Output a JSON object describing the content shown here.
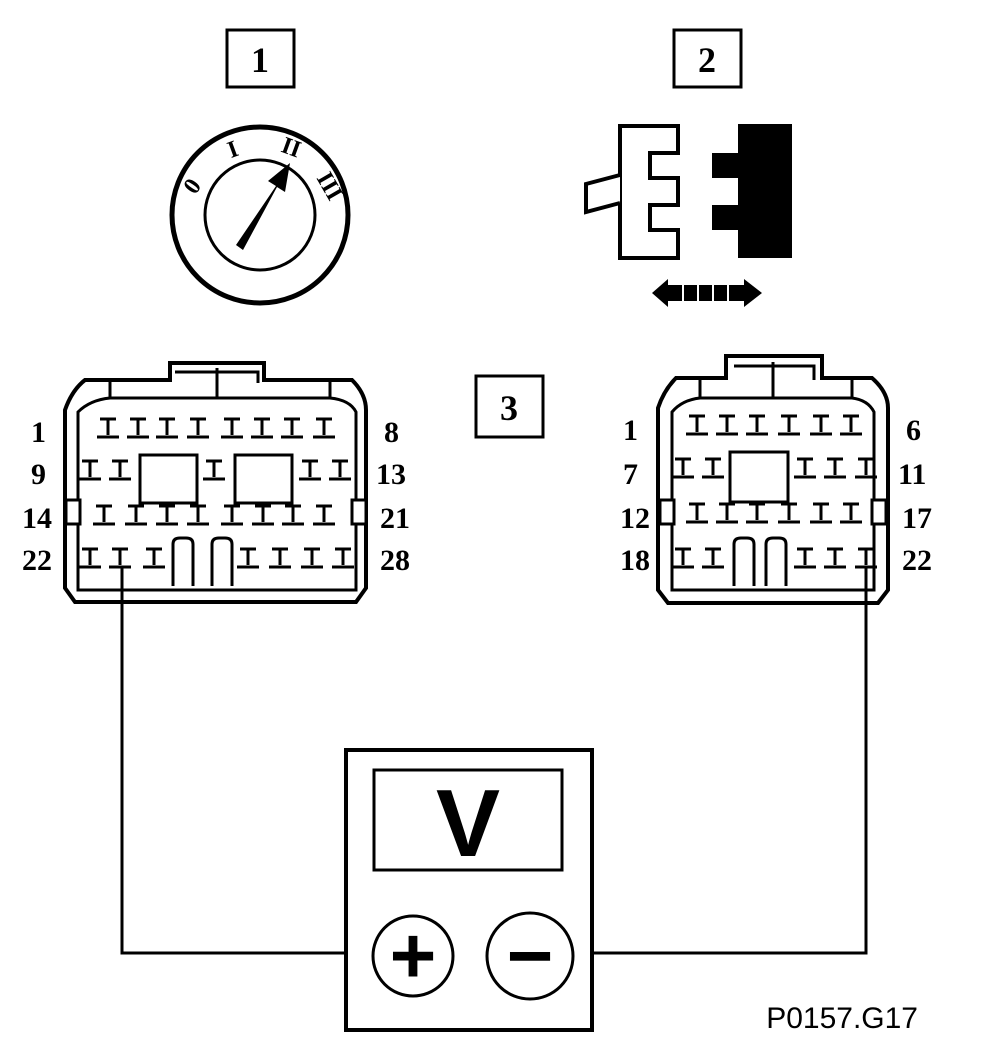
{
  "step_labels": {
    "one": "1",
    "two": "2",
    "three": "3"
  },
  "ignition": {
    "positions": [
      "0",
      "I",
      "II",
      "III"
    ]
  },
  "connector_left": {
    "row_start_labels": [
      "1",
      "9",
      "14",
      "22"
    ],
    "row_end_labels": [
      "8",
      "13",
      "21",
      "28"
    ]
  },
  "connector_right": {
    "row_start_labels": [
      "1",
      "7",
      "12",
      "18"
    ],
    "row_end_labels": [
      "6",
      "11",
      "17",
      "22"
    ]
  },
  "meter": {
    "unit": "V",
    "positive": "+",
    "negative": "−"
  },
  "reference_code": "P0157.G17"
}
